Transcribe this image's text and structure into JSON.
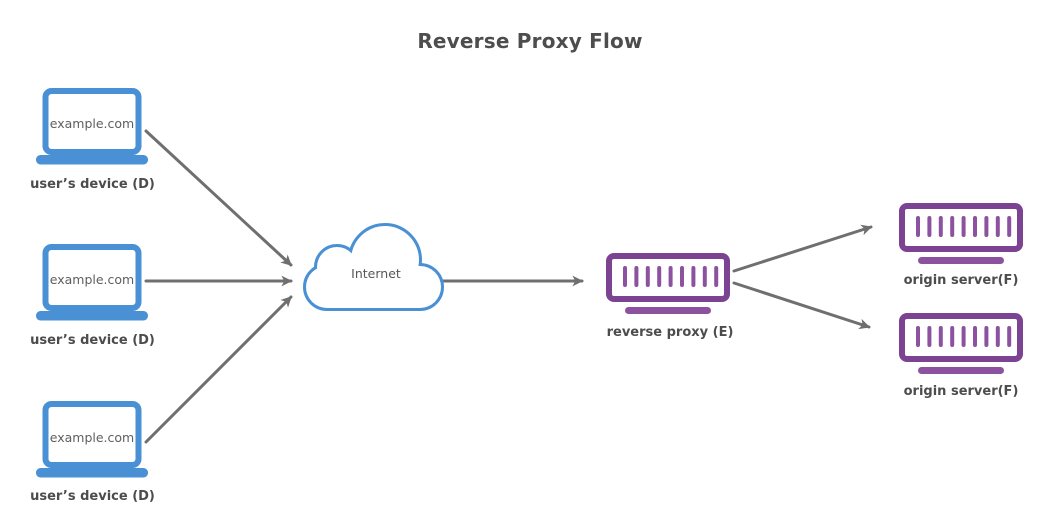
{
  "title": "Reverse Proxy Flow",
  "colors": {
    "device_blue": "#4a90d5",
    "server_purple": "#7b4391",
    "server_purple_light": "#8c52a0",
    "arrow_gray": "#6f6f6f",
    "title_text": "#4d4d4d",
    "label_text": "#4c4c4c"
  },
  "nodes": {
    "devices": [
      {
        "id": "user-device-1",
        "screen_text": "example.com",
        "label": "user’s device (D)"
      },
      {
        "id": "user-device-2",
        "screen_text": "example.com",
        "label": "user’s device (D)"
      },
      {
        "id": "user-device-3",
        "screen_text": "example.com",
        "label": "user’s device (D)"
      }
    ],
    "internet": {
      "id": "internet",
      "label": "Internet"
    },
    "reverse_proxy": {
      "id": "reverse-proxy",
      "label": "reverse proxy (E)"
    },
    "origin_servers": [
      {
        "id": "origin-server-1",
        "label": "origin server(F)"
      },
      {
        "id": "origin-server-2",
        "label": "origin server(F)"
      }
    ]
  },
  "edges": [
    {
      "from": "user-device-1",
      "to": "internet"
    },
    {
      "from": "user-device-2",
      "to": "internet"
    },
    {
      "from": "user-device-3",
      "to": "internet"
    },
    {
      "from": "internet",
      "to": "reverse-proxy"
    },
    {
      "from": "reverse-proxy",
      "to": "origin-server-1"
    },
    {
      "from": "reverse-proxy",
      "to": "origin-server-2"
    }
  ]
}
